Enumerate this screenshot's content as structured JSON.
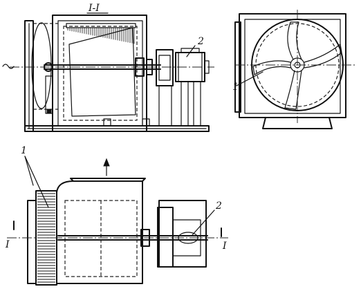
{
  "labels": {
    "section_title": "I-I",
    "callout_1": "1",
    "callout_2": "2",
    "section_mark": "I"
  },
  "colors": {
    "ink": "#111111",
    "paper": "#ffffff"
  }
}
